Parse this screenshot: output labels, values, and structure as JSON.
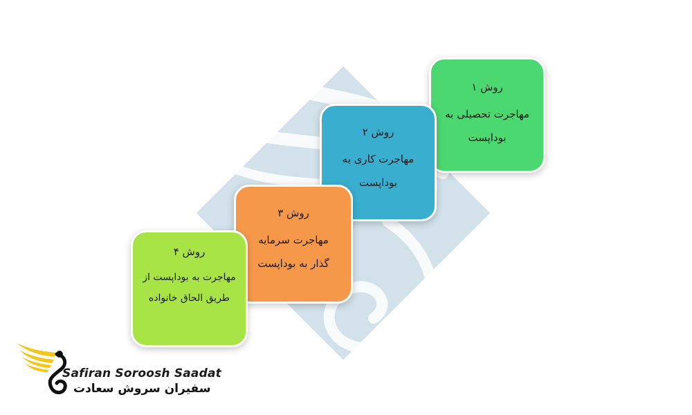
{
  "steps": [
    {
      "title": "روش ۱",
      "body": "مهاجرت تحصیلی به بوداپست",
      "color": "#4cd870"
    },
    {
      "title": "روش ۲",
      "body": "مهاجرت کاری به بوداپست",
      "color": "#3aaecf"
    },
    {
      "title": "روش ۳",
      "body": "مهاجرت سرمایه گذار به بوداپست",
      "color": "#f5984a"
    },
    {
      "title": "روش ۴",
      "body": "مهاجرت به بوداپست از طریق الحاق خانواده",
      "color": "#a9e447"
    }
  ],
  "background_color": "#d2e1ea",
  "logo": {
    "latin": "Safiran Soroosh Saadat",
    "persian": "سفیران سروش سعادت",
    "accent_color": "#f5c518"
  }
}
